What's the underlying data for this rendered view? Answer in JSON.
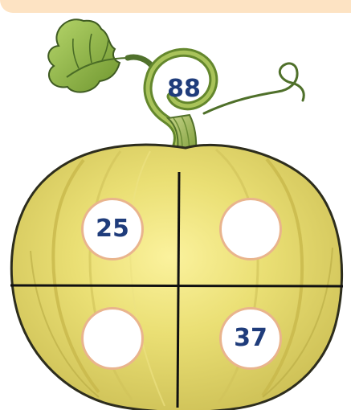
{
  "pumpkin": {
    "stem_number": "88",
    "top_left_number": "25",
    "top_right_number": "",
    "bottom_left_number": "",
    "bottom_right_number": "37"
  },
  "colors": {
    "pumpkin_fill": "#eadf74",
    "pumpkin_shadow": "#d2c456",
    "stem_fill": "#9ab34a",
    "leaf_fill": "#8fb340",
    "number_color": "#1f3c7b",
    "circle_border": "#e9b48d",
    "top_bar": "#fde3c3"
  }
}
